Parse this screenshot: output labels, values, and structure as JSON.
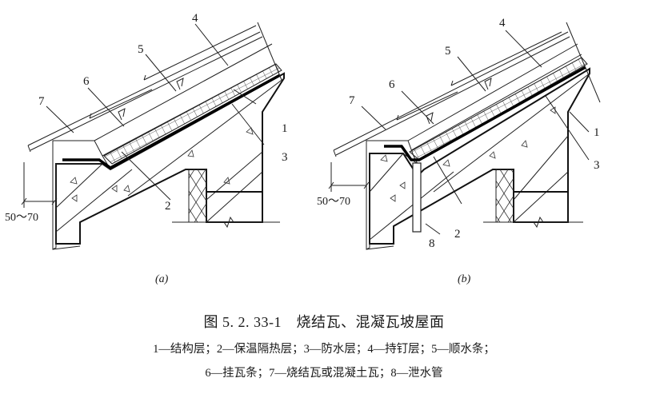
{
  "figure": {
    "title": "图 5. 2. 33-1　烧结瓦、混凝瓦坡屋面",
    "legend_line1": "1—结构层；2—保温隔热层；3—防水层；4—持钉层；5—顺水条；",
    "legend_line2": "6—挂瓦条；7—烧结瓦或混凝土瓦；8—泄水管",
    "legend_items": [
      {
        "number": "1",
        "label": "结构层"
      },
      {
        "number": "2",
        "label": "保温隔热层"
      },
      {
        "number": "3",
        "label": "防水层"
      },
      {
        "number": "4",
        "label": "持钉层"
      },
      {
        "number": "5",
        "label": "顺水条"
      },
      {
        "number": "6",
        "label": "挂瓦条"
      },
      {
        "number": "7",
        "label": "烧结瓦或混凝土瓦"
      },
      {
        "number": "8",
        "label": "泄水管"
      }
    ]
  },
  "panels": {
    "a": {
      "label": "(a)",
      "dimension": "50～70",
      "callouts": [
        "1",
        "2",
        "3",
        "4",
        "5",
        "6",
        "7"
      ]
    },
    "b": {
      "label": "(b)",
      "dimension": "50～70",
      "callouts": [
        "1",
        "2",
        "3",
        "4",
        "5",
        "6",
        "7",
        "8"
      ]
    }
  }
}
